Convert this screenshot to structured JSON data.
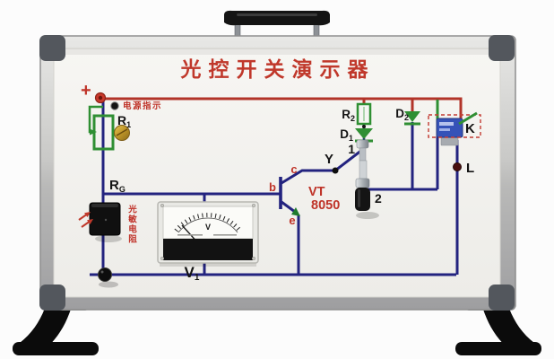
{
  "title": "光控开关演示器",
  "power": {
    "plus": "+",
    "indicator": "电源指示"
  },
  "labels": {
    "r1": {
      "base": "R",
      "sub": "1"
    },
    "rg": {
      "base": "R",
      "sub": "G"
    },
    "photoresistor": "光敏电阻",
    "meter": {
      "unit": "V",
      "name_base": "V",
      "name_sub": "1"
    },
    "transistor": {
      "b": "b",
      "c": "c",
      "e": "e",
      "type": "VT",
      "model": "8050"
    },
    "y": "Y",
    "r2": {
      "base": "R",
      "sub": "2"
    },
    "d1": {
      "base": "D",
      "sub": "1"
    },
    "d2": {
      "base": "D",
      "sub": "2"
    },
    "post1": "1",
    "post2": "2",
    "k": "K",
    "l": "L"
  },
  "colors": {
    "title_red": "#c0382b",
    "wire_red": "#b23429",
    "wire_blue": "#23237f",
    "component_green": "#2f8f33",
    "label_red": "#bf3328",
    "label_black": "#141414",
    "frame_silver": "#c6c6c6",
    "bracket_gray": "#53575d"
  }
}
